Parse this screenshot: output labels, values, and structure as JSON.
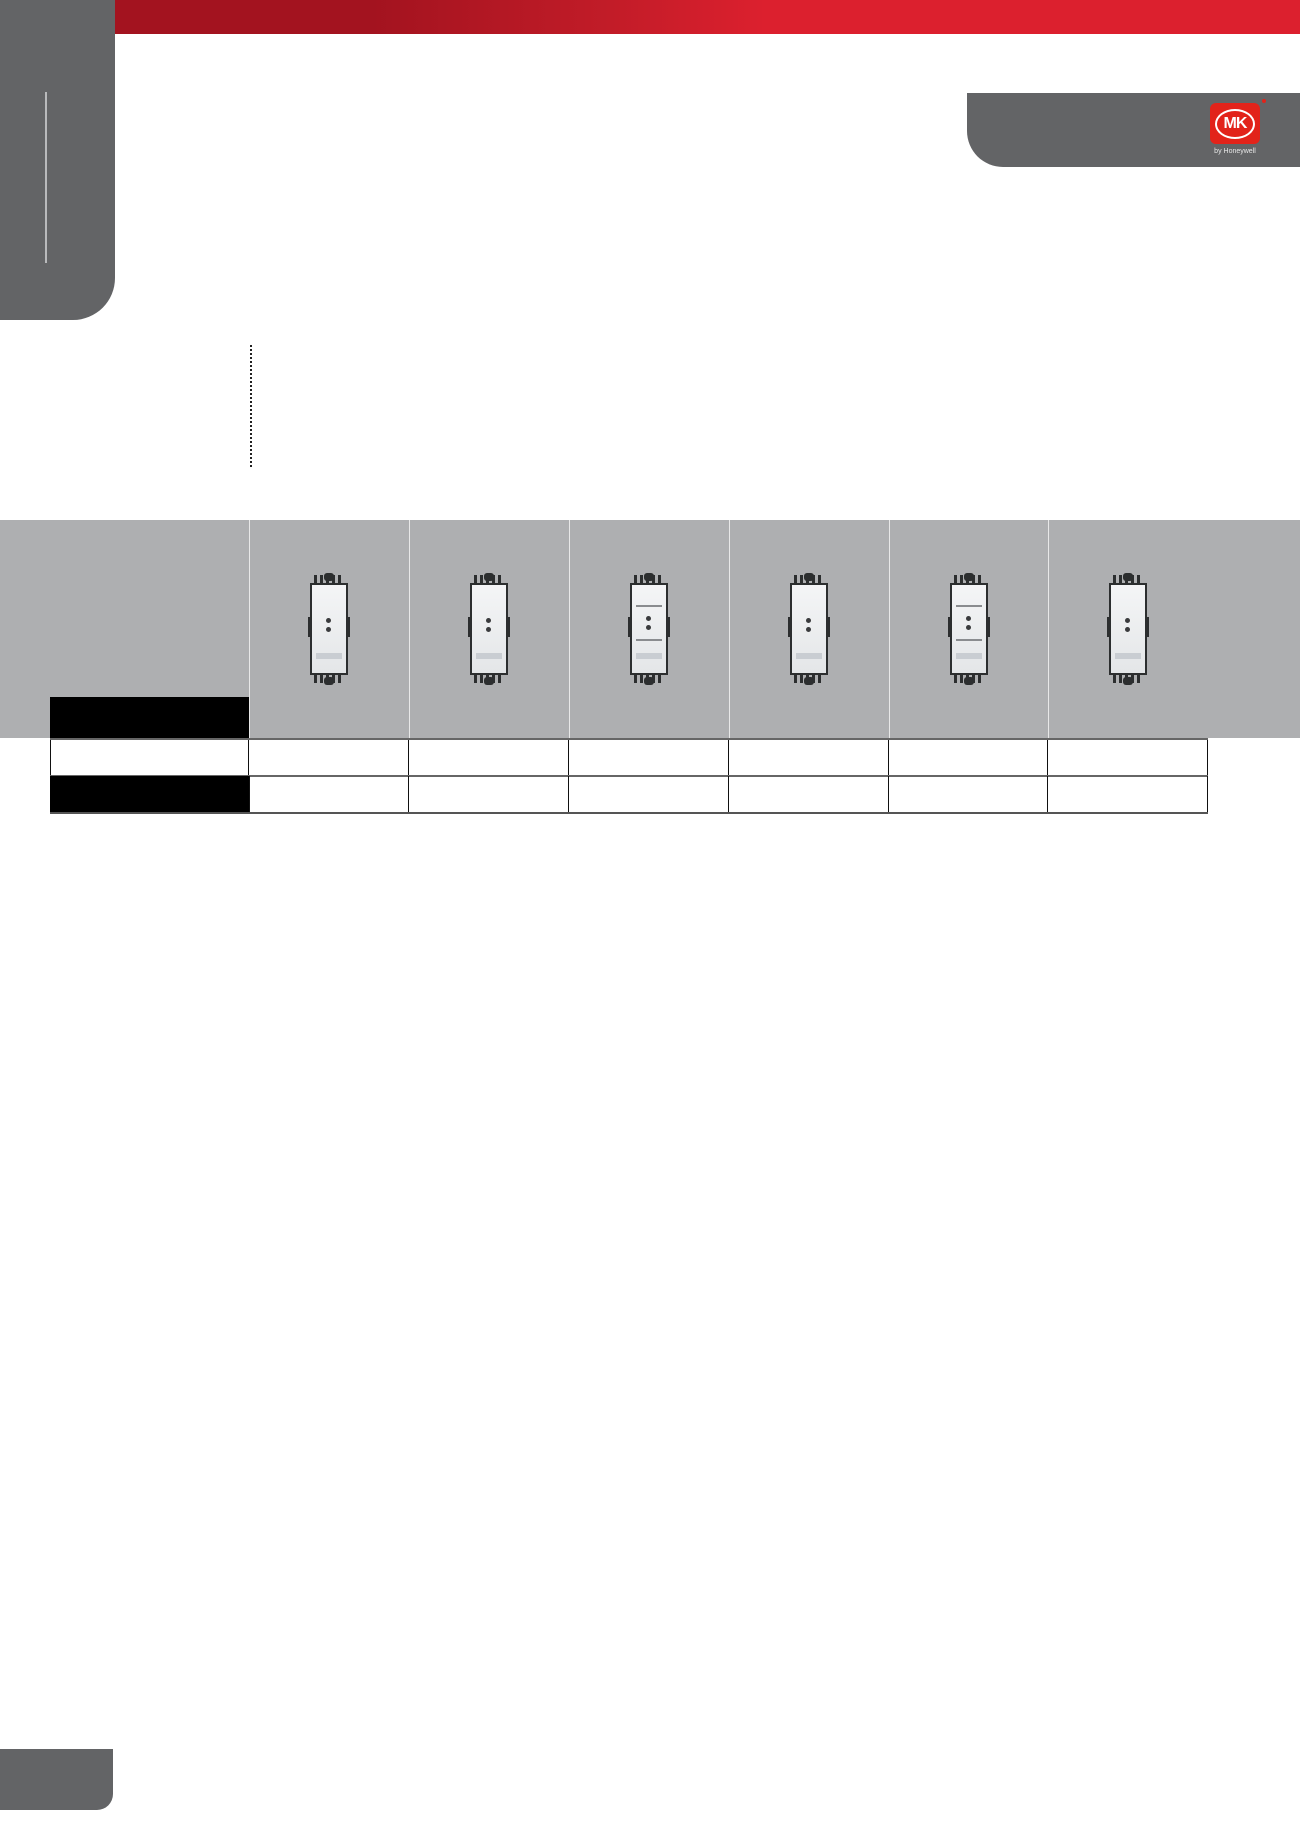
{
  "header": {
    "bar_colors": {
      "start": "#a3131f",
      "end": "#dc202e"
    },
    "side_tab_color": "#636466"
  },
  "logo": {
    "brand": "MK",
    "tagline": "by Honeywell",
    "brand_color": "#e2231a"
  },
  "product_table": {
    "band_color": "#aeafb1",
    "columns": [
      {
        "image": "module-switch-plain",
        "label_top": "",
        "label_bottom": ""
      },
      {
        "image": "module-switch-plain",
        "label_top": "",
        "label_bottom": ""
      },
      {
        "image": "module-switch-labelled",
        "label_top": "",
        "label_bottom": ""
      },
      {
        "image": "module-switch-plain",
        "label_top": "",
        "label_bottom": ""
      },
      {
        "image": "module-switch-labelled",
        "label_top": "",
        "label_bottom": ""
      },
      {
        "image": "module-switch-plain",
        "label_top": "",
        "label_bottom": ""
      }
    ],
    "header_label": "",
    "rows": [
      {
        "label": "",
        "cells": [
          "",
          "",
          "",
          "",
          "",
          ""
        ]
      },
      {
        "label": "",
        "cells": [
          "",
          "",
          "",
          "",
          "",
          ""
        ]
      }
    ]
  },
  "footer": {
    "page_tab_label": ""
  }
}
